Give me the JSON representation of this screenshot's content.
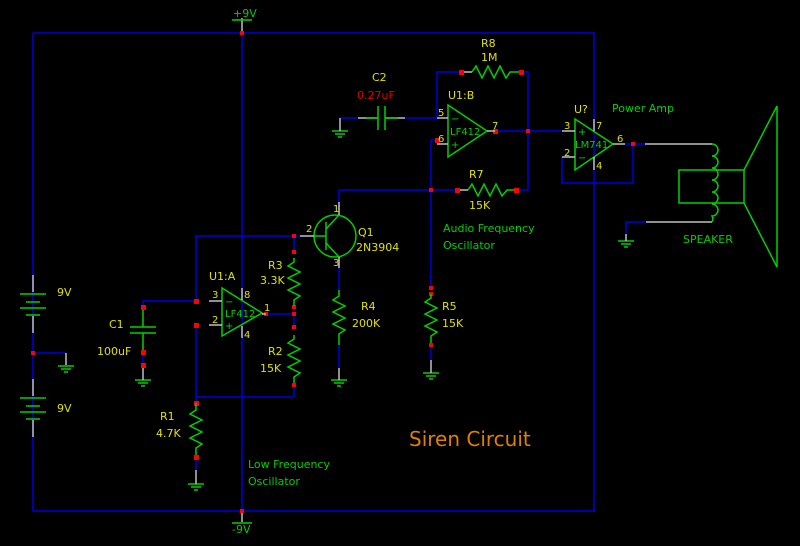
{
  "title": "Siren Circuit",
  "colors": {
    "background": "#000000",
    "wire": "#0000e0",
    "component": "#00d000",
    "label": "#e0e000",
    "value_highlight": "#e00000",
    "junction": "#ff0000",
    "title": "#e08000"
  },
  "rails": {
    "positive": "+9V",
    "negative": "-9V"
  },
  "batteries": [
    {
      "value": "9V"
    },
    {
      "value": "9V"
    }
  ],
  "components": {
    "C1": {
      "ref": "C1",
      "value": "100uF"
    },
    "C2": {
      "ref": "C2",
      "value": "0.27uF"
    },
    "R1": {
      "ref": "R1",
      "value": "4.7K"
    },
    "R2": {
      "ref": "R2",
      "value": "15K"
    },
    "R3": {
      "ref": "R3",
      "value": "3.3K"
    },
    "R4": {
      "ref": "R4",
      "value": "200K"
    },
    "R5": {
      "ref": "R5",
      "value": "15K"
    },
    "R7": {
      "ref": "R7",
      "value": "15K"
    },
    "R8": {
      "ref": "R8",
      "value": "1M"
    },
    "Q1": {
      "ref": "Q1",
      "value": "2N3904",
      "pins": [
        "1",
        "2",
        "3"
      ]
    },
    "U1A": {
      "ref": "U1:A",
      "part": "LF412",
      "pins": {
        "inv": "3",
        "noninv": "2",
        "out": "1",
        "vplus": "8",
        "vminus": "4"
      }
    },
    "U1B": {
      "ref": "U1:B",
      "part": "LF412",
      "pins": {
        "inv": "5",
        "noninv": "6",
        "out": "7"
      }
    },
    "U2": {
      "ref": "U?",
      "part": "LM741",
      "pins": {
        "noninv": "3",
        "inv": "2",
        "out": "6",
        "vplus": "7",
        "vminus": "4"
      }
    },
    "SPK": {
      "ref": "SPEAKER"
    }
  },
  "notes": {
    "power_amp": "Power Amp",
    "audio_osc_line1": "Audio Frequency",
    "audio_osc_line2": "Oscillator",
    "low_osc_line1": "Low Frequency",
    "low_osc_line2": "Oscillator"
  }
}
